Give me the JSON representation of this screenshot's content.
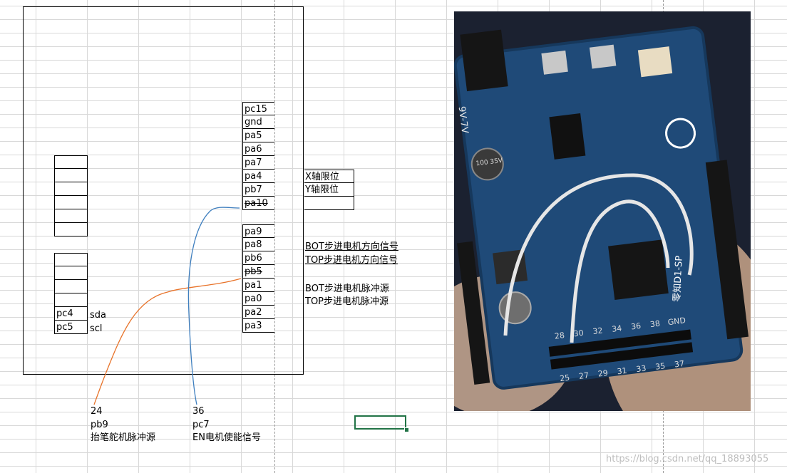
{
  "left_pins": [
    "pc15",
    "gnd",
    "pa5",
    "pa6",
    "pa7",
    "pa4",
    "pb7",
    "pa10"
  ],
  "right_pins": [
    "pa9",
    "pa8",
    "pb6",
    "pb5",
    "pa1",
    "pa0",
    "pa2",
    "pa3"
  ],
  "limit_signals": [
    "X轴限位",
    "Y轴限位"
  ],
  "dir_signals": [
    "BOT步进电机方向信号",
    "TOP步进电机方向信号"
  ],
  "pulse_signals": [
    "BOT步进电机脉冲源",
    "TOP步进电机脉冲源"
  ],
  "i2c": [
    {
      "pin": "pc4",
      "name": "sda"
    },
    {
      "pin": "pc5",
      "name": "scl"
    }
  ],
  "servo": {
    "pin_no": "24",
    "pin": "pb9",
    "desc": "抬笔舵机脉冲源"
  },
  "enable": {
    "pin_no": "36",
    "pin": "pc7",
    "desc": "EN电机使能信号"
  },
  "board_photo": {
    "dc_label": "9V-7V",
    "cap_label": "100 35V",
    "silkscreen": "零知D1-SP",
    "header_numbers": [
      "28",
      "30",
      "32",
      "34",
      "36",
      "38",
      "GND"
    ],
    "header_numbers_bottom": [
      "25",
      "27",
      "29",
      "31",
      "33",
      "35",
      "37"
    ]
  },
  "watermark": "https://blog.csdn.net/qq_18893055",
  "colors": {
    "wire_orange": "#e8732a",
    "wire_blue": "#3f7fbf",
    "selection": "#217346",
    "board": "#1f4a78"
  }
}
